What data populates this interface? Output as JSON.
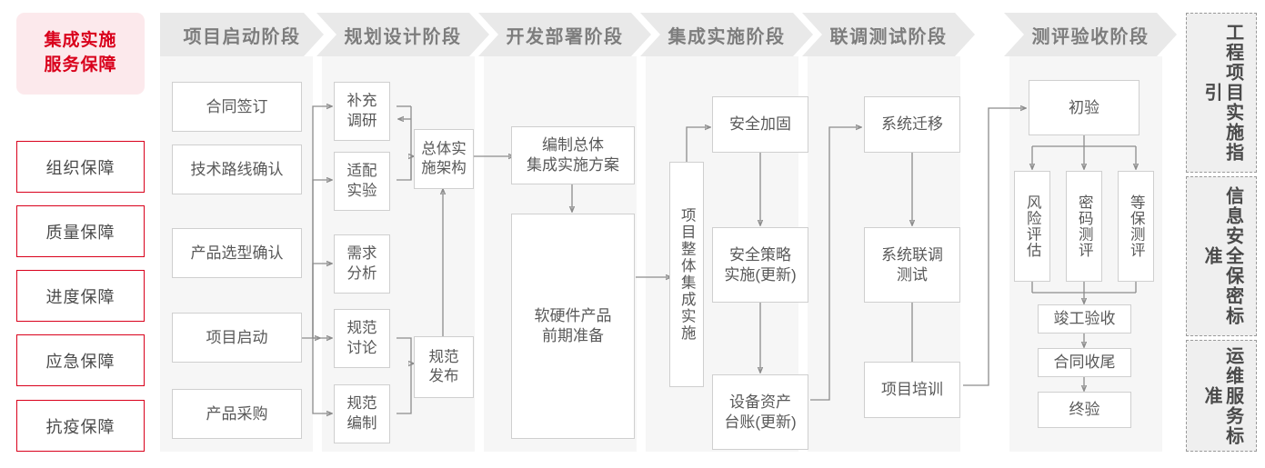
{
  "guarantee": {
    "title": "集成实施\n服务保障",
    "title_lines": [
      "集成实施",
      "服务保障"
    ],
    "items": [
      {
        "label": "组织保障"
      },
      {
        "label": "质量保障"
      },
      {
        "label": "进度保障"
      },
      {
        "label": "应急保障"
      },
      {
        "label": "抗疫保障"
      }
    ],
    "accent_color": "#d9001b",
    "title_bg": "#fce9ec"
  },
  "phases": [
    {
      "id": "phase-1",
      "header": "项目启动阶段",
      "nodes": [
        {
          "id": "n-hetong",
          "label": "合同签订"
        },
        {
          "id": "n-jishu",
          "label": "技术路线确认"
        },
        {
          "id": "n-chanpinxuanxing",
          "label": "产品选型确认"
        },
        {
          "id": "n-qidong",
          "label": "项目启动"
        },
        {
          "id": "n-caigou",
          "label": "产品采购"
        }
      ]
    },
    {
      "id": "phase-2",
      "header": "规划设计阶段",
      "nodes": [
        {
          "id": "n-buchong",
          "label": "补充\n调研",
          "lines": [
            "补充",
            "调研"
          ]
        },
        {
          "id": "n-shipei",
          "label": "适配\n实验",
          "lines": [
            "适配",
            "实验"
          ]
        },
        {
          "id": "n-xuqiu",
          "label": "需求\n分析",
          "lines": [
            "需求",
            "分析"
          ]
        },
        {
          "id": "n-taolun",
          "label": "规范\n讨论",
          "lines": [
            "规范",
            "讨论"
          ]
        },
        {
          "id": "n-bianzhi",
          "label": "规范\n编制",
          "lines": [
            "规范",
            "编制"
          ]
        },
        {
          "id": "n-zongti",
          "label": "总体实\n施架构",
          "lines": [
            "总体实",
            "施架构"
          ]
        },
        {
          "id": "n-fabu",
          "label": "规范\n发布",
          "lines": [
            "规范",
            "发布"
          ]
        }
      ]
    },
    {
      "id": "phase-3",
      "header": "开发部署阶段",
      "nodes": [
        {
          "id": "n-bianzhizongti",
          "label": "编制总体\n集成实施方案",
          "lines": [
            "编制总体",
            "集成实施方案"
          ]
        },
        {
          "id": "n-ruanying",
          "label": "软硬件产品\n前期准备",
          "lines": [
            "软硬件产品",
            "前期准备"
          ]
        }
      ]
    },
    {
      "id": "phase-4",
      "header": "集成实施阶段",
      "nodes": [
        {
          "id": "n-zhengti",
          "label": "项目整体集成实施"
        },
        {
          "id": "n-anquanjiagu",
          "label": "安全加固"
        },
        {
          "id": "n-anquance",
          "label": "安全策略\n实施(更新)",
          "lines": [
            "安全策略",
            "实施(更新)"
          ]
        },
        {
          "id": "n-shebei",
          "label": "设备资产\n台账(更新)",
          "lines": [
            "设备资产",
            "台账(更新)"
          ]
        }
      ]
    },
    {
      "id": "phase-5",
      "header": "联调测试阶段",
      "nodes": [
        {
          "id": "n-qianyi",
          "label": "系统迁移"
        },
        {
          "id": "n-liantiao",
          "label": "系统联调\n测试",
          "lines": [
            "系统联调",
            "测试"
          ]
        },
        {
          "id": "n-peixun",
          "label": "项目培训"
        }
      ]
    },
    {
      "id": "phase-6",
      "header": "测评验收阶段",
      "nodes": [
        {
          "id": "n-chuyan",
          "label": "初验"
        },
        {
          "id": "n-fengxian",
          "label": "风险评估"
        },
        {
          "id": "n-mima",
          "label": "密码测评"
        },
        {
          "id": "n-dengbao",
          "label": "等保测评"
        },
        {
          "id": "n-jungong",
          "label": "竣工验收"
        },
        {
          "id": "n-shouwei",
          "label": "合同收尾"
        },
        {
          "id": "n-zhongyan",
          "label": "终验"
        }
      ]
    }
  ],
  "standards": [
    {
      "id": "std-1",
      "label": "工程项目实施指引"
    },
    {
      "id": "std-2",
      "label": "信息安全保密标准"
    },
    {
      "id": "std-3",
      "label": "运维服务标准"
    }
  ],
  "colors": {
    "node_border": "#cfcfcf",
    "node_text": "#595959",
    "column_bg": "#f6f6f6",
    "header_bg": "#e9e9e9",
    "header_text": "#7d7d7d",
    "wire": "#8c8c8c",
    "accent_red": "#d9001b"
  }
}
